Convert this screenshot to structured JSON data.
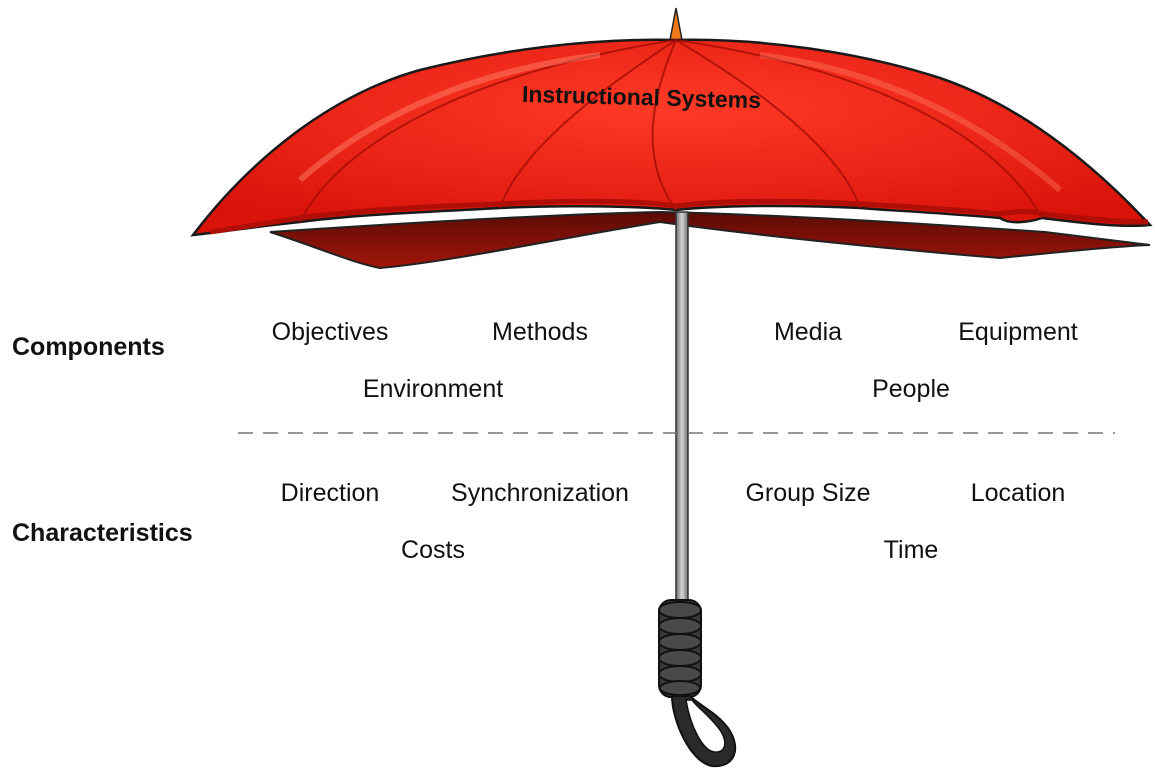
{
  "umbrella": {
    "title": "Instructional Systems",
    "canopy_color": "#e8170e",
    "underside_color": "#8e1209",
    "shaft_color": "#b0b0b0",
    "handle_color": "#3a3a3a"
  },
  "rows": {
    "components_label": "Components",
    "characteristics_label": "Characteristics"
  },
  "components": {
    "objectives": "Objectives",
    "methods": "Methods",
    "media": "Media",
    "equipment": "Equipment",
    "environment": "Environment",
    "people": "People"
  },
  "characteristics": {
    "direction": "Direction",
    "synchronization": "Synchronization",
    "group_size": "Group Size",
    "location": "Location",
    "costs": "Costs",
    "time": "Time"
  }
}
